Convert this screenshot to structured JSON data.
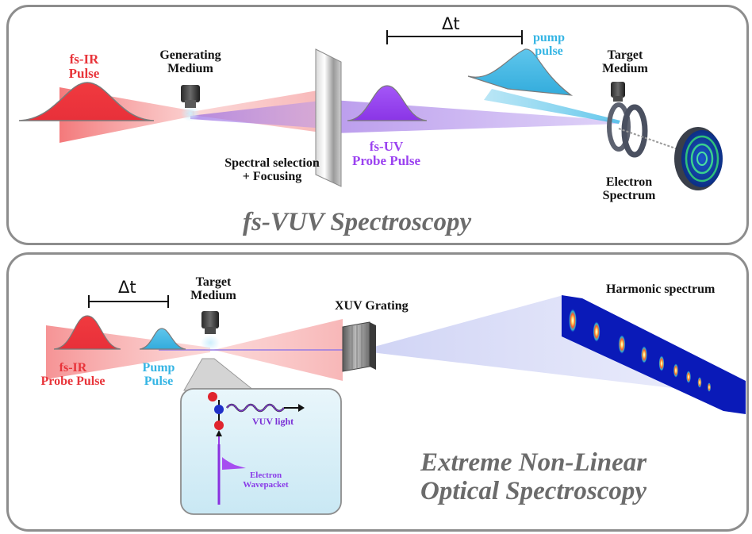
{
  "colors": {
    "ir": "#e8343a",
    "uv": "#9b42f0",
    "pump": "#35b5e4",
    "panel_border": "#8d8d8d",
    "title_gray": "#6b6b6b",
    "xuv_beam": "#9aa4ea"
  },
  "top_panel": {
    "title": "fs-VUV Spectroscopy",
    "labels": {
      "fs_ir_line1": "fs-IR",
      "fs_ir_line2": "Pulse",
      "generating_line1": "Generating",
      "generating_line2": "Medium",
      "spectral_line1": "Spectral selection",
      "spectral_line2": "+ Focusing",
      "fsuv_line1": "fs-UV",
      "fsuv_line2": "Probe Pulse",
      "pump_line1": "pump",
      "pump_line2": "pulse",
      "target_line1": "Target",
      "target_line2": "Medium",
      "electron_line1": "Electron",
      "electron_line2": "Spectrum",
      "delta_t": "Δt"
    }
  },
  "bottom_panel": {
    "title_line1": "Extreme Non-Linear",
    "title_line2": "Optical Spectroscopy",
    "labels": {
      "delta_t": "Δt",
      "target_line1": "Target",
      "target_line2": "Medium",
      "xuv_grating": "XUV Grating",
      "harmonic_spectrum": "Harmonic spectrum",
      "fs_ir_line1": "fs-IR",
      "fs_ir_line2": "Probe Pulse",
      "pump_line1": "Pump",
      "pump_line2": "Pulse",
      "vuv_light": "VUV light",
      "electron_line1": "Electron",
      "electron_line2": "Wavepacket"
    }
  }
}
